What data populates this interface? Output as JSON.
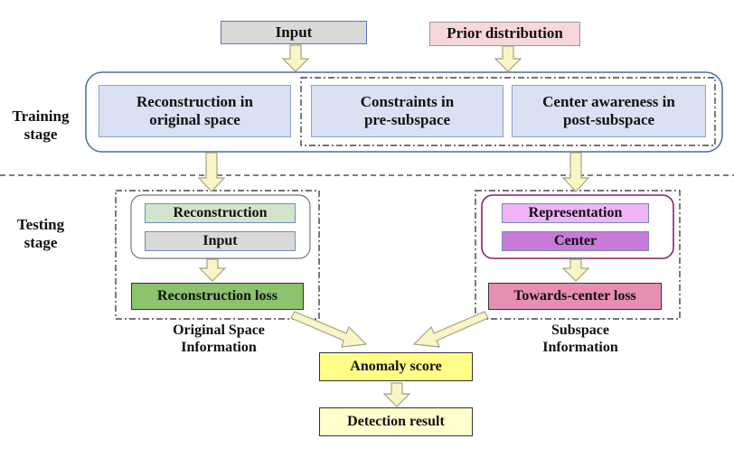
{
  "top_inputs": {
    "input": "Input",
    "prior": "Prior distribution"
  },
  "training": {
    "stage_label_line1": "Training",
    "stage_label_line2": "stage",
    "recon_line1": "Reconstruction in",
    "recon_line2": "original space",
    "constraints_line1": "Constraints in",
    "constraints_line2": "pre-subspace",
    "center_line1": "Center awareness in",
    "center_line2": "post-subspace"
  },
  "testing": {
    "stage_label_line1": "Testing",
    "stage_label_line2": "stage",
    "left": {
      "reconstruction": "Reconstruction",
      "input": "Input",
      "loss": "Reconstruction loss",
      "caption_line1": "Original Space",
      "caption_line2": "Information"
    },
    "right": {
      "representation": "Representation",
      "center": "Center",
      "loss": "Towards-center loss",
      "caption_line1": "Subspace",
      "caption_line2": "Information"
    }
  },
  "output": {
    "anomaly_score": "Anomaly score",
    "detection_result": "Detection result"
  },
  "colors": {
    "box_blue": "#d9e1f2",
    "box_border_blue": "#5b78b5",
    "box_gray": "#d9d9d9",
    "box_pink": "#f8d7da",
    "box_green_light": "#d3e4cd",
    "box_green": "#8dc26e",
    "box_violet_light": "#f0b3f5",
    "box_violet": "#c77ad6",
    "box_rose": "#e78fb3",
    "box_yellow": "#ffff88",
    "box_yellow_light": "#ffffcc",
    "arrow_fill": "#f9f5c6",
    "arrow_stroke": "#a7a285",
    "frame_purple": "#8a1f6e"
  }
}
